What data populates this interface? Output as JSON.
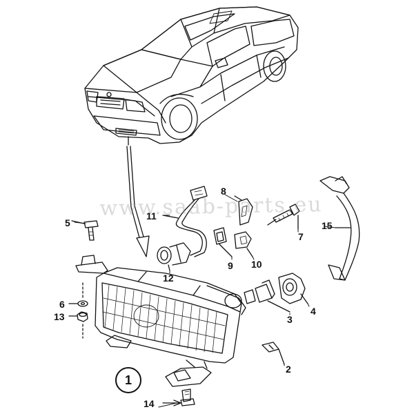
{
  "watermark": "www.saab-parts.eu",
  "main_assembly": "1",
  "callouts": {
    "c2": "2",
    "c3": "3",
    "c4": "4",
    "c5": "5",
    "c6": "6",
    "c7": "7",
    "c8": "8",
    "c9": "9",
    "c10": "10",
    "c11": "11",
    "c12": "12",
    "c13": "13",
    "c14": "14",
    "c15": "15"
  },
  "colors": {
    "line": "#111111",
    "paper": "#ffffff"
  }
}
